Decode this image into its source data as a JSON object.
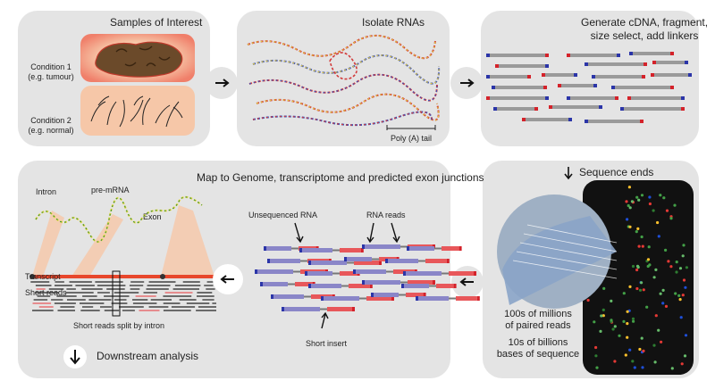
{
  "panel1": {
    "title": "Samples of Interest",
    "condition1_line1": "Condition 1",
    "condition1_line2": "(e.g. tumour)",
    "condition2_line1": "Condition 2",
    "condition2_line2": "(e.g. normal)"
  },
  "panel2": {
    "title": "Isolate RNAs",
    "poly_a_label": "Poly (A) tail"
  },
  "panel3": {
    "title_line1": "Generate cDNA, fragment,",
    "title_line2": "size select, add linkers"
  },
  "panel4": {
    "title": "Sequence ends",
    "stat1_line1": "100s of millions",
    "stat1_line2": "of paired reads",
    "stat2_line1": "10s of billions",
    "stat2_line2": "bases of sequence"
  },
  "panel5": {
    "title": "Map to Genome, transcriptome and predicted exon junctions",
    "intron_label": "Intron",
    "premrna_label": "pre-mRNA",
    "exon_label": "Exon",
    "transcript_label": "Transcript",
    "short_reads_label": "Short reads",
    "split_label": "Short reads split by intron",
    "unsequenced_label": "Unsequenced RNA",
    "rna_reads_label": "RNA reads",
    "short_insert_label": "Short insert",
    "downstream_label": "Downstream analysis"
  },
  "colors": {
    "panel_bg": "#e4e4e4",
    "read_red": "#e8575a",
    "read_blue": "#8a86c8",
    "linker_red": "#d4222a",
    "linker_blue": "#2b35a8",
    "tumour_brown": "#6b4a2a",
    "tissue_peach": "#f6c7a8"
  },
  "icons": [
    "arrow-right-icon",
    "arrow-left-icon",
    "arrow-down-icon"
  ]
}
